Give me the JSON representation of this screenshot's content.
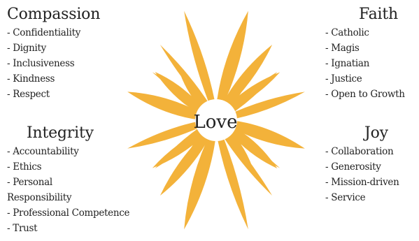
{
  "center": {
    "label": "Love"
  },
  "colors": {
    "emblem": "#f3b23a"
  },
  "quadrants": {
    "compassion": {
      "title": "Compassion",
      "items": [
        "Confidentiality",
        "Dignity",
        "Inclusiveness",
        "Kindness",
        "Respect"
      ]
    },
    "faith": {
      "title": "Faith",
      "items": [
        "Catholic",
        "Magis",
        "Ignatian",
        "Justice",
        "Open to Growth"
      ]
    },
    "integrity": {
      "title": "Integrity",
      "items": [
        "Accountability",
        "Ethics",
        "Personal Responsibility",
        "Professional Competence",
        "Trust"
      ]
    },
    "joy": {
      "title": "Joy",
      "items": [
        "Collaboration",
        "Generosity",
        "Mission-driven",
        "Service"
      ]
    }
  }
}
